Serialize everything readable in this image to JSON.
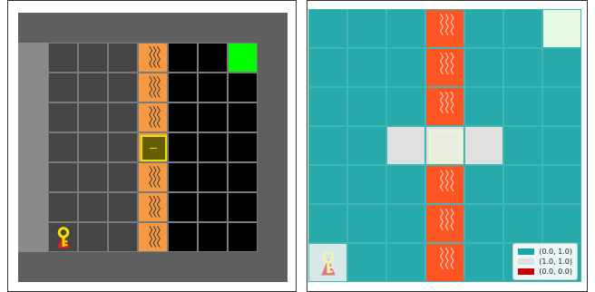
{
  "grid": {
    "rows": 7,
    "cols": 7
  },
  "colors": {
    "floor": "#454545",
    "outer_wall": "#5f5f5f",
    "left_wall": "#8a8a8a",
    "lava": "#f59a43",
    "dark_void": "#000000",
    "goal": "#00ff00",
    "agent_box": "#665c00",
    "value_teal": "#26aaaa",
    "value_stripe": "#ff5522",
    "value_light": "#e0e0e0",
    "value_goal": "#e6fae6"
  },
  "left_cells": {
    "lava_column": 3,
    "void_columns": [
      4,
      5,
      6
    ],
    "goal": {
      "row": 0,
      "col": 6
    },
    "agent_box": {
      "row": 3,
      "col": 3
    },
    "key": {
      "row": 6,
      "col": 0
    }
  },
  "right_cells": {
    "stripe_column": 3,
    "light_row": 3,
    "light_columns": [
      2,
      3,
      4
    ],
    "goal": {
      "row": 0,
      "col": 6
    },
    "key": {
      "row": 6,
      "col": 0
    }
  },
  "legend": {
    "items": [
      {
        "label": "(0.0, 1.0)",
        "color": "#1aa7a7"
      },
      {
        "label": "(1.0, 1.0)",
        "color": "#e0e0e0"
      },
      {
        "label": "(0.0, 0.0)",
        "color": "#cc0000"
      }
    ]
  },
  "icons": {
    "key": "key-icon",
    "agent": "agent-box-icon",
    "lava_wave": "lava-wave-icon"
  }
}
